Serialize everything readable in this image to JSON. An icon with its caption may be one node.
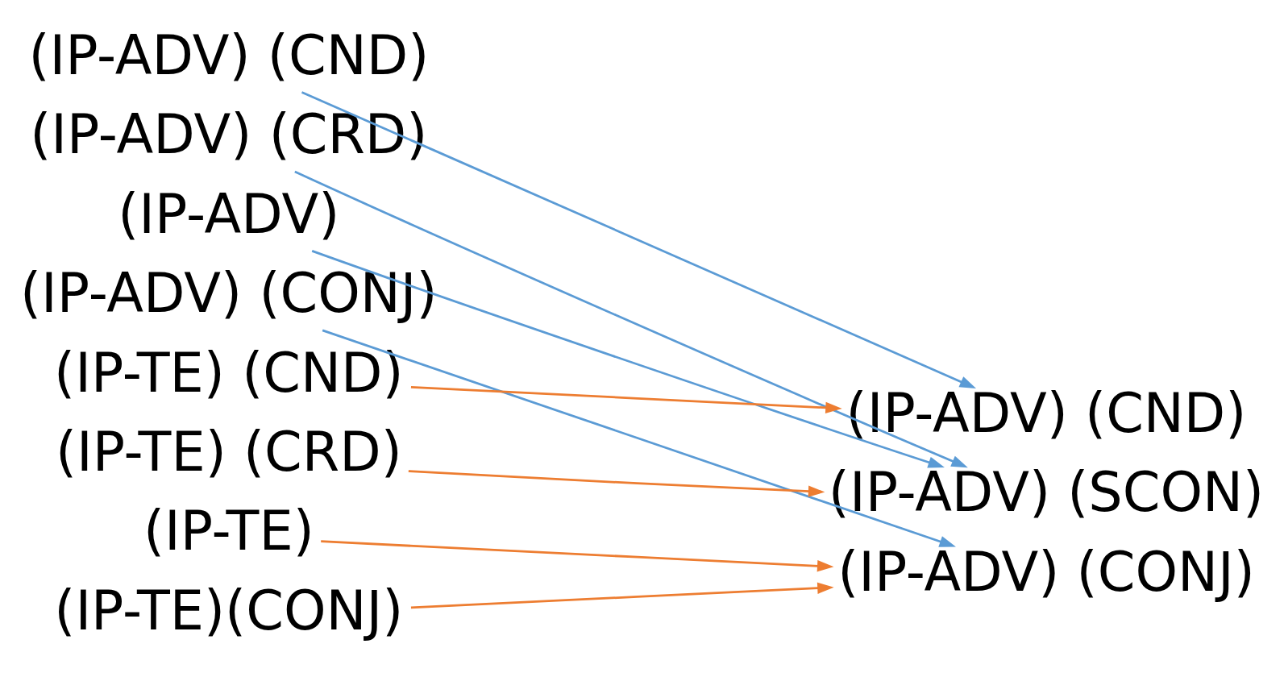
{
  "diagram": {
    "nodes": [
      {
        "text": [
          "(IP-ADV) (CND)"
        ]
      },
      {
        "text": [
          "(IP-ADV) (CRD)"
        ]
      },
      {
        "text": [
          "(IP-ADV)"
        ]
      },
      {
        "text": [
          "(IP-ADV) (CONJ)"
        ]
      },
      {
        "text": [
          "(IP-TE) (CND)"
        ]
      },
      {
        "text": [
          "(IP-TE) (CRD)"
        ]
      },
      {
        "text": [
          "(IP-TE)"
        ]
      },
      {
        "text": [
          "(IP-TE)(CONJ)"
        ]
      },
      {
        "text": [
          "(IP-ADV) (CND)"
        ]
      },
      {
        "text": [
          "(IP-ADV) (SCON)"
        ]
      },
      {
        "text": [
          "(IP-ADV) (CONJ)"
        ]
      }
    ],
    "edges": [
      {
        "from": 0,
        "to": 8,
        "arrow": "to",
        "color": "#5b9bd5"
      },
      {
        "from": 1,
        "to": 9,
        "arrow": "to",
        "color": "#5b9bd5"
      },
      {
        "from": 2,
        "to": 9,
        "arrow": "to",
        "color": "#5b9bd5"
      },
      {
        "from": 3,
        "to": 10,
        "arrow": "to",
        "color": "#5b9bd5"
      },
      {
        "from": 4,
        "to": 8,
        "arrow": "to",
        "color": "#ed7d31"
      },
      {
        "from": 5,
        "to": 9,
        "arrow": "to",
        "color": "#ed7d31"
      },
      {
        "from": 6,
        "to": 10,
        "arrow": "to",
        "color": "#ed7d31"
      },
      {
        "from": 7,
        "to": 10,
        "arrow": "to",
        "color": "#ed7d31"
      }
    ]
  }
}
